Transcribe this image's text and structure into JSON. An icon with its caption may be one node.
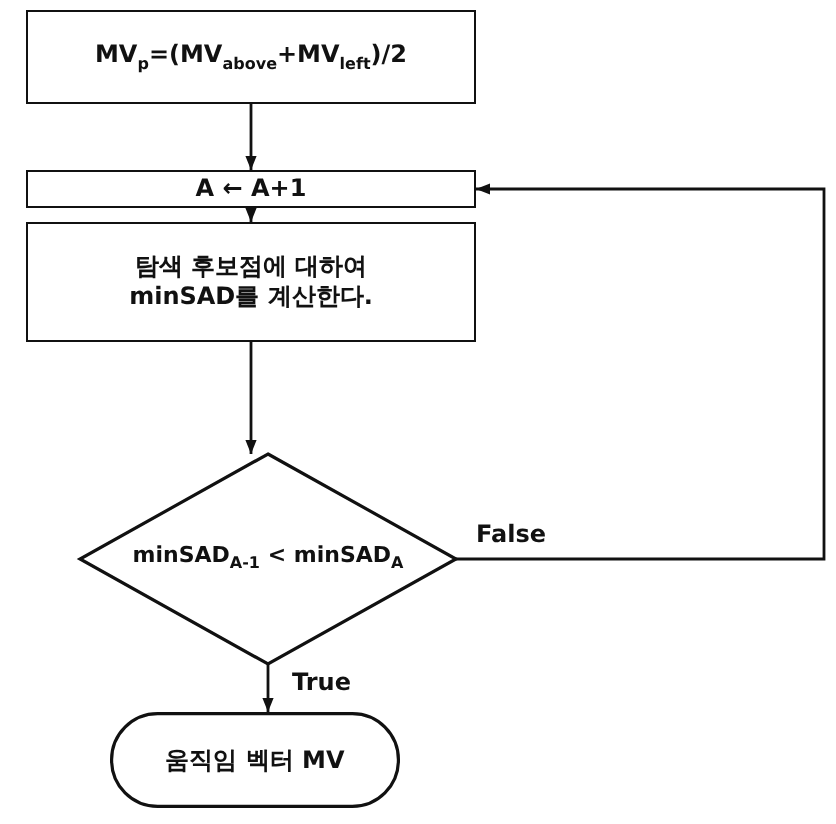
{
  "diagram": {
    "nodes": [
      {
        "text": [
          "MV$_{p}$=(MV$_{above}$+MV$_{left}$)/2"
        ]
      },
      {
        "text": [
          "A ← A+1"
        ]
      },
      {
        "text": [
          "탐색 후보점에 대하여 minSAD를 계산한다."
        ]
      },
      {
        "text": [
          "minSAD$_{A-1}$ < minSAD$_{A}$"
        ]
      },
      {
        "text": [
          "움직임 벡터 MV"
        ]
      }
    ],
    "edges": [
      {
        "from": 0,
        "to": 1,
        "arrow": "to"
      },
      {
        "from": 1,
        "to": 2,
        "arrow": "to"
      },
      {
        "from": 2,
        "to": 3,
        "arrow": "to"
      },
      {
        "from": 3,
        "to": 4,
        "arrow": "to",
        "label": "True"
      },
      {
        "from": 3,
        "to": 1,
        "arrow": "to",
        "label": "False"
      }
    ]
  }
}
